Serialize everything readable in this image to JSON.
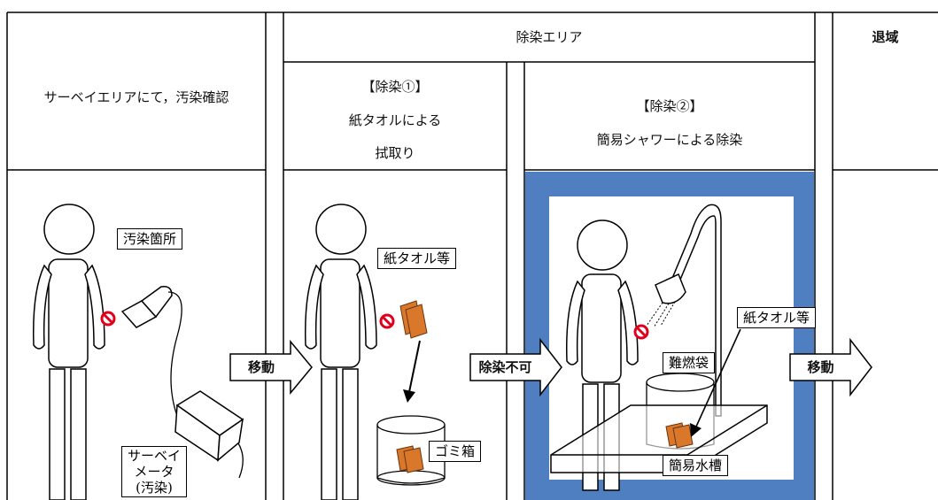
{
  "header": {
    "survey": "サーベイエリアにて，汚染確認",
    "decon_area": "除染エリア",
    "exit": "退域",
    "step1_title": "【除染①】",
    "step1_line1": "紙タオルによる",
    "step1_line2": "拭取り",
    "step2_title": "【除染②】",
    "step2_line1": "簡易シャワーによる除染"
  },
  "labels": {
    "contamination_spot": "汚染箇所",
    "survey_meter_1": "サーベイ",
    "survey_meter_2": "メータ",
    "survey_meter_3": "(汚染)",
    "paper_towel_1": "紙タオル等",
    "trash_can": "ゴミ箱",
    "paper_towel_2": "紙タオル等",
    "fireproof_bag": "難燃袋",
    "simple_tank": "簡易水槽"
  },
  "arrows": {
    "move_1": "移動",
    "decon_impossible": "除染不可",
    "move_2": "移動"
  },
  "colors": {
    "shower_area_blue": "#4f7fc0",
    "towel_orange": "#d9772b",
    "no_symbol_red": "#e0001b"
  }
}
